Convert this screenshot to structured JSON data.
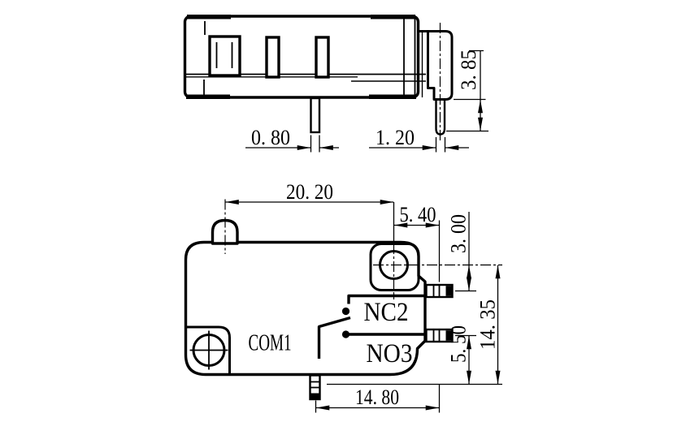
{
  "drawing": {
    "side_view": {
      "dim_pin_width": "0. 80",
      "dim_side_pin_width": "1. 20",
      "dim_side_pin_length": "3. 85"
    },
    "front_view": {
      "dim_actuator_to_hole": "20. 20",
      "dim_hole_to_terminals": "5. 40",
      "dim_hole_to_nc_terminal": "3. 00",
      "dim_hole_to_base_line": "14. 35",
      "dim_no_terminal_to_base_line": "5. 50",
      "dim_com_pin_to_terminals": "14. 80",
      "label_com_terminal": "COM1",
      "label_nc_terminal": "NC2",
      "label_no_terminal": "NO3"
    },
    "colors": {
      "line": "#000000",
      "background": "#ffffff"
    }
  }
}
